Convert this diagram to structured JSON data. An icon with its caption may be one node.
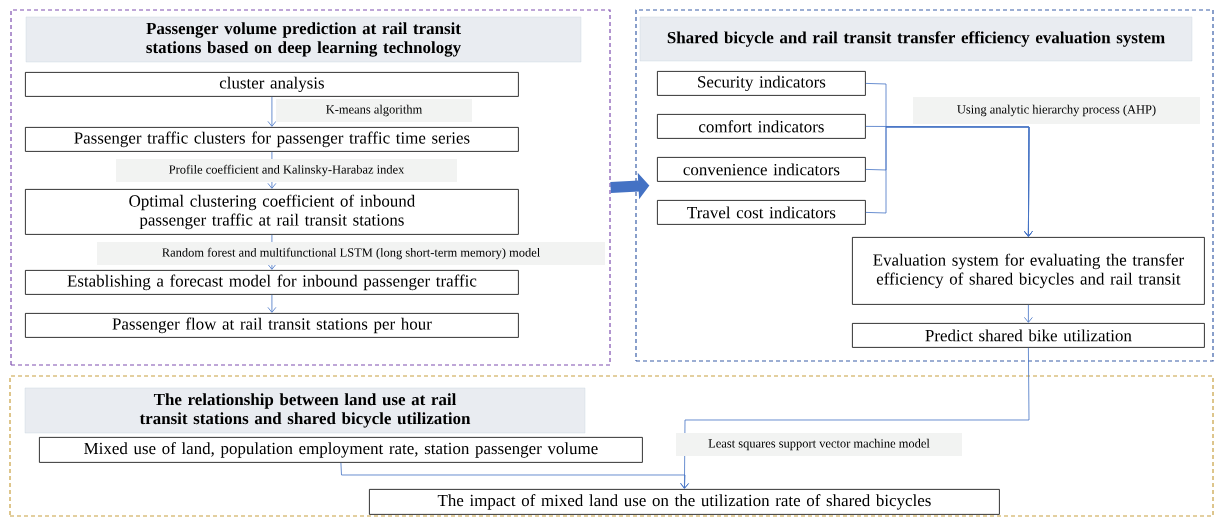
{
  "diagram": {
    "nodes": [
      {
        "text": [
          "Passenger volume prediction at rail transit stations based on deep learning technology"
        ]
      },
      {
        "text": [
          "cluster analysis"
        ],
        "in": 0
      },
      {
        "text": [
          "Passenger traffic clusters for passenger traffic time series"
        ],
        "in": 0
      },
      {
        "text": [
          "Optimal clustering coefficient of inbound passenger traffic at rail transit stations"
        ],
        "in": 0
      },
      {
        "text": [
          "Establishing a forecast model for inbound passenger traffic"
        ],
        "in": 0
      },
      {
        "text": [
          "Passenger flow at rail transit stations per hour"
        ],
        "in": 0
      },
      {
        "text": [
          "Shared bicycle and rail transit transfer efficiency evaluation system"
        ]
      },
      {
        "text": [
          "Security indicators"
        ],
        "in": 6
      },
      {
        "text": [
          "comfort indicators"
        ],
        "in": 6
      },
      {
        "text": [
          "convenience indicators"
        ],
        "in": 6
      },
      {
        "text": [
          "Travel cost indicators"
        ],
        "in": 6
      },
      {
        "text": [
          "Evaluation system for evaluating the transfer efficiency of shared bicycles and rail transit"
        ],
        "in": 6
      },
      {
        "text": [
          "Predict shared bike utilization"
        ],
        "in": 6
      },
      {
        "text": [
          "The relationship between land use at rail transit stations and shared bicycle utilization"
        ]
      },
      {
        "text": [
          "Mixed use of land, population employment rate, station passenger volume"
        ],
        "in": 13
      },
      {
        "text": [
          "The impact of mixed land use on the utilization rate of shared bicycles"
        ],
        "in": 13
      }
    ],
    "edges": [
      {
        "from": 1,
        "to": 2,
        "arrow": "to",
        "label": "K-means algorithm"
      },
      {
        "from": 2,
        "to": 3,
        "arrow": "to",
        "label": "Profile coefficient and Kalinsky-Harabaz index"
      },
      {
        "from": 3,
        "to": 4,
        "arrow": "to",
        "label": "Random forest and multifunctional LSTM (long short-term memory) model"
      },
      {
        "from": 4,
        "to": 5,
        "arrow": "to"
      },
      {
        "from": 0,
        "to": 6,
        "arrow": "to",
        "style": "thick"
      },
      {
        "from": 7,
        "to": 11,
        "arrow": "to"
      },
      {
        "from": 8,
        "to": 11,
        "arrow": "to",
        "label": "Using  analytic hierarchy process (AHP)"
      },
      {
        "from": 9,
        "to": 11,
        "arrow": "to"
      },
      {
        "from": 10,
        "to": 11,
        "arrow": "to"
      },
      {
        "from": 11,
        "to": 12,
        "arrow": "to"
      },
      {
        "from": 12,
        "to": 15,
        "arrow": "to",
        "label": "Least squares support vector machine model"
      },
      {
        "from": 14,
        "to": 15,
        "arrow": "to"
      }
    ]
  }
}
